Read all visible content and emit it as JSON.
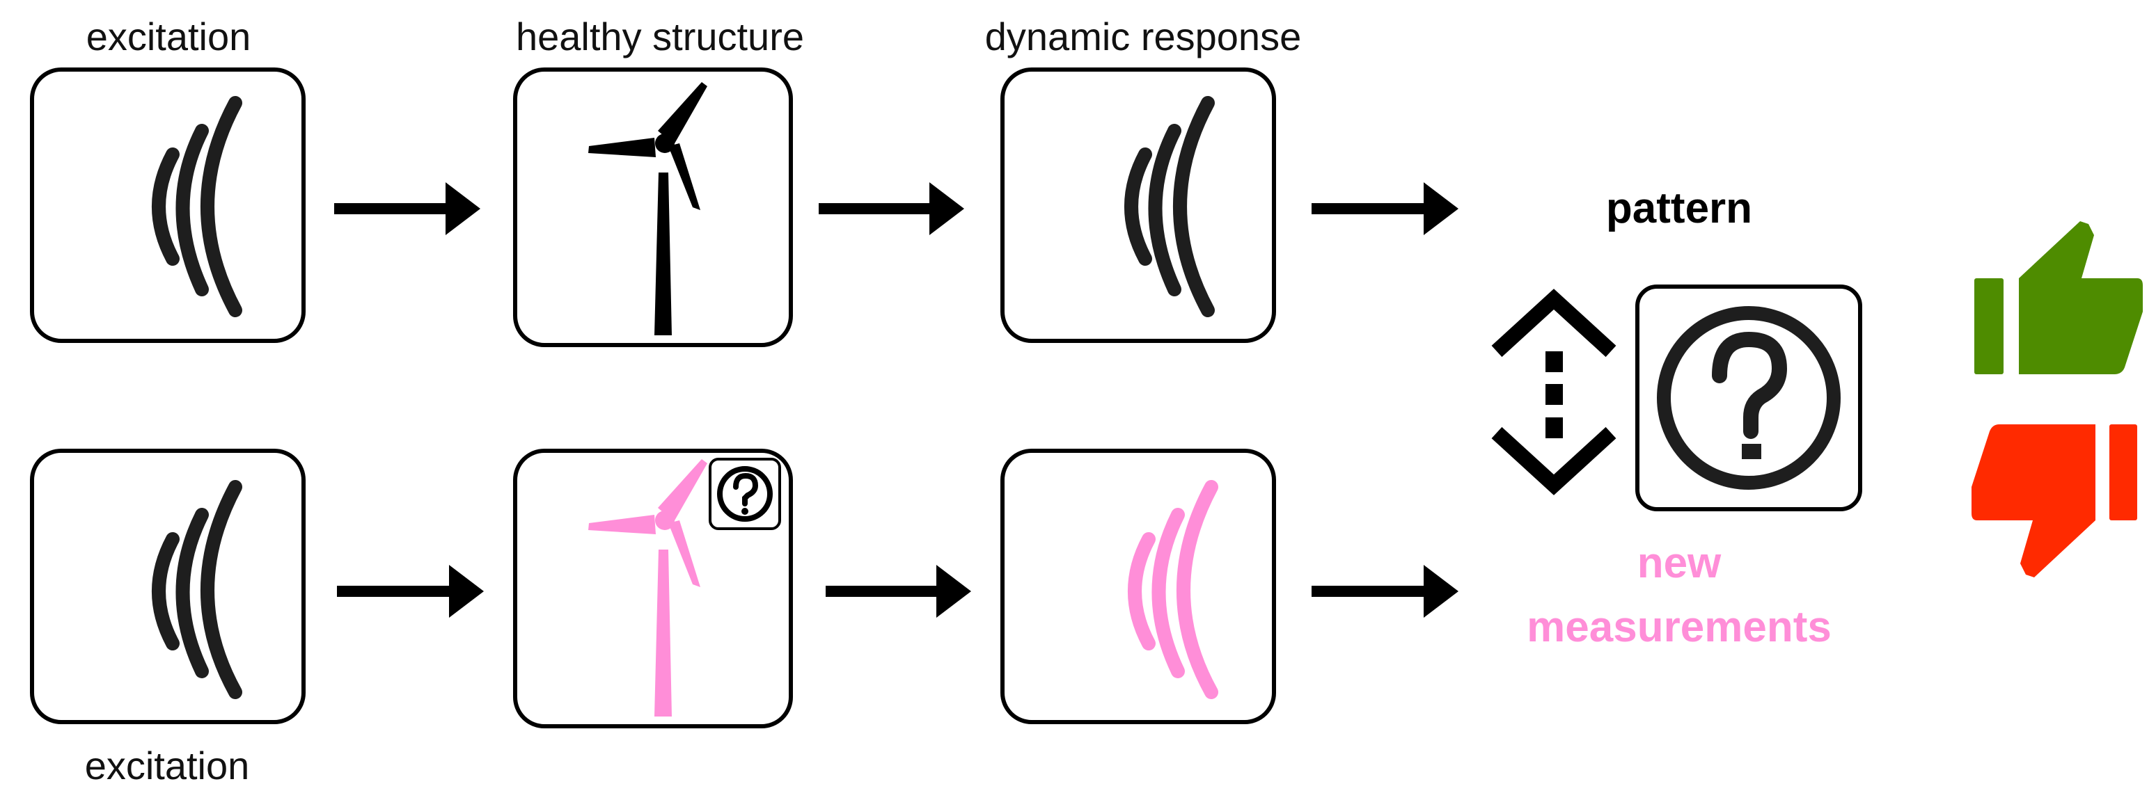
{
  "labels": {
    "top_excitation": "excitation",
    "healthy_structure": "healthy structure",
    "dynamic_response": "dynamic response",
    "bottom_excitation": "excitation",
    "pattern": "pattern",
    "new_line1": "new",
    "new_line2": "measurements"
  },
  "icons": {
    "waves": "sound-waves-icon",
    "turbine": "wind-turbine-icon",
    "question": "question-mark-icon",
    "compare": "double-chevron-icon",
    "approve": "thumbs-up-icon",
    "reject": "thumbs-down-icon"
  },
  "colors": {
    "ink": "#1e1e1e",
    "black": "#000000",
    "pink": "#ff8ed8",
    "green": "#4e8c00",
    "red": "#ff2a00"
  }
}
